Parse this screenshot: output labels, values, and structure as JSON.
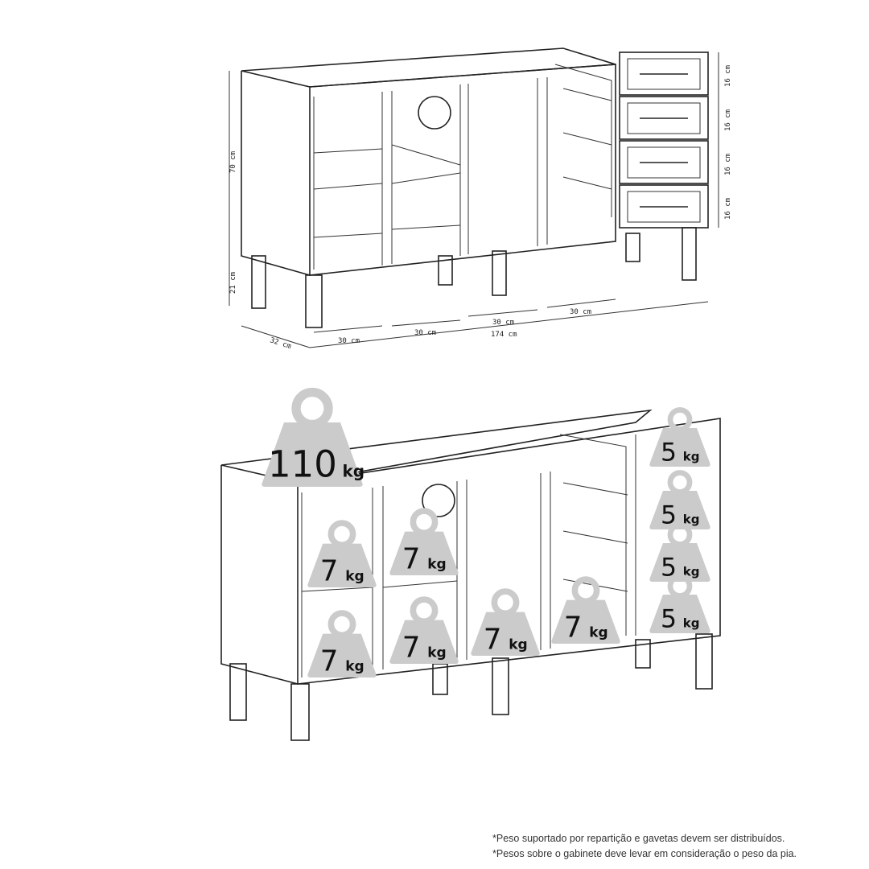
{
  "dimensions": {
    "height_body": "70 cm",
    "height_legs": "21 cm",
    "depth": "32 cm",
    "total_width": "174 cm",
    "bay_widths": [
      "30 cm",
      "30 cm",
      "30 cm",
      "30 cm"
    ],
    "drawer_heights": [
      "16 cm",
      "16 cm",
      "16 cm",
      "16 cm"
    ]
  },
  "weights": [
    {
      "value": "110",
      "unit": "kg",
      "zone": "top"
    },
    {
      "value": "7",
      "unit": "kg",
      "zone": "shelf-1-upper"
    },
    {
      "value": "7",
      "unit": "kg",
      "zone": "shelf-2-upper"
    },
    {
      "value": "7",
      "unit": "kg",
      "zone": "shelf-1-lower"
    },
    {
      "value": "7",
      "unit": "kg",
      "zone": "shelf-2-lower"
    },
    {
      "value": "7",
      "unit": "kg",
      "zone": "bay-3"
    },
    {
      "value": "7",
      "unit": "kg",
      "zone": "bay-4"
    },
    {
      "value": "5",
      "unit": "kg",
      "zone": "drawer-1"
    },
    {
      "value": "5",
      "unit": "kg",
      "zone": "drawer-2"
    },
    {
      "value": "5",
      "unit": "kg",
      "zone": "drawer-3"
    },
    {
      "value": "5",
      "unit": "kg",
      "zone": "drawer-4"
    }
  ],
  "colors": {
    "weight_fill": "#cbcbcb",
    "line": "#222222"
  },
  "notes": [
    "*Peso suportado por repartição e gavetas devem ser distribuídos.",
    "*Pesos sobre o gabinete deve levar em consideração o peso da pia."
  ]
}
